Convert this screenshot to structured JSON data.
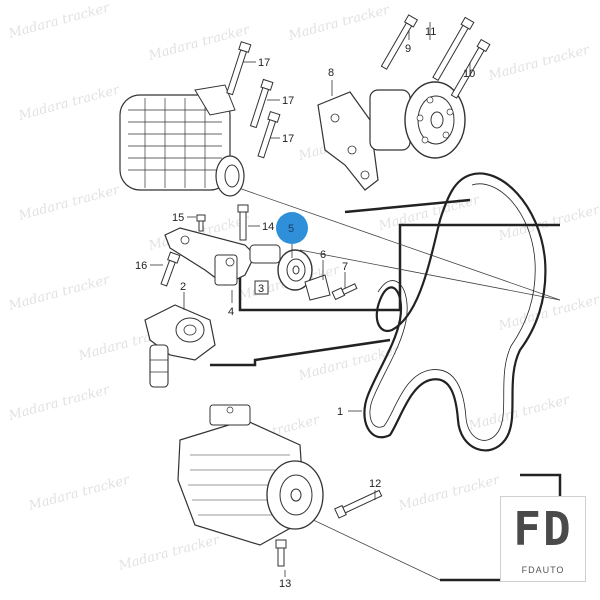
{
  "diagram": {
    "watermark": "Madara tracker",
    "callouts": {
      "c1": "1",
      "c2": "2",
      "c3": "3",
      "c4": "4",
      "c5": "5",
      "c6": "6",
      "c7": "7",
      "c8": "8",
      "c9": "9",
      "c10": "10",
      "c11": "11",
      "c12": "12",
      "c13": "13",
      "c14": "14",
      "c15": "15",
      "c16": "16",
      "c17a": "17",
      "c17b": "17",
      "c17c": "17"
    },
    "highlight_color": "#2f8fd8",
    "line_color": "#222222"
  },
  "logo": {
    "mark": "FD",
    "text": "FDAUTO"
  }
}
